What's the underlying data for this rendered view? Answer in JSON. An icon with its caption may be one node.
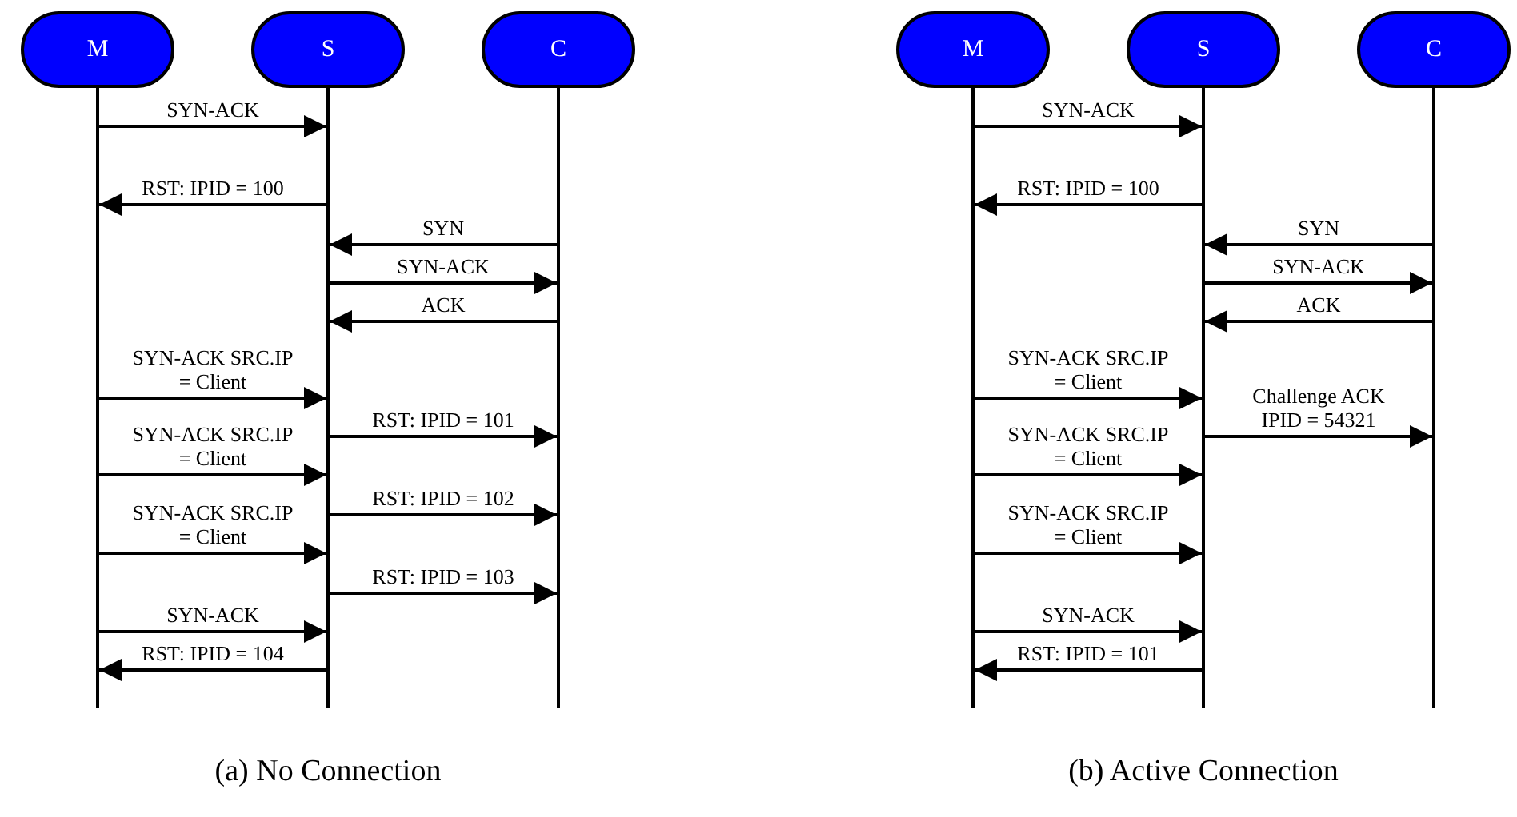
{
  "diagram": {
    "nodes": [
      {
        "text": [
          "M"
        ]
      },
      {
        "text": [
          "S"
        ]
      },
      {
        "text": [
          "C"
        ]
      },
      {
        "text": [
          "M"
        ]
      },
      {
        "text": [
          "S"
        ]
      },
      {
        "text": [
          "C"
        ]
      }
    ],
    "edges": [
      {
        "from": 0,
        "to": 1,
        "arrow": "to",
        "label": "SYN-ACK"
      },
      {
        "from": 1,
        "to": 0,
        "arrow": "to",
        "label": "RST: IPID = 100"
      },
      {
        "from": 2,
        "to": 1,
        "arrow": "to",
        "label": "SYN"
      },
      {
        "from": 1,
        "to": 2,
        "arrow": "to",
        "label": "SYN-ACK"
      },
      {
        "from": 2,
        "to": 1,
        "arrow": "to",
        "label": "ACK"
      },
      {
        "from": 0,
        "to": 1,
        "arrow": "to",
        "label": "SYN-ACK SRC.IP = Client"
      },
      {
        "from": 1,
        "to": 2,
        "arrow": "to",
        "label": "RST: IPID = 101"
      },
      {
        "from": 0,
        "to": 1,
        "arrow": "to",
        "label": "SYN-ACK SRC.IP = Client"
      },
      {
        "from": 1,
        "to": 2,
        "arrow": "to",
        "label": "RST: IPID = 102"
      },
      {
        "from": 0,
        "to": 1,
        "arrow": "to",
        "label": "SYN-ACK SRC.IP = Client"
      },
      {
        "from": 1,
        "to": 2,
        "arrow": "to",
        "label": "RST: IPID = 103"
      },
      {
        "from": 0,
        "to": 1,
        "arrow": "to",
        "label": "SYN-ACK"
      },
      {
        "from": 1,
        "to": 0,
        "arrow": "to",
        "label": "RST: IPID = 104"
      },
      {
        "from": 3,
        "to": 4,
        "arrow": "to",
        "label": "SYN-ACK"
      },
      {
        "from": 4,
        "to": 3,
        "arrow": "to",
        "label": "RST: IPID = 100"
      },
      {
        "from": 5,
        "to": 4,
        "arrow": "to",
        "label": "SYN"
      },
      {
        "from": 4,
        "to": 5,
        "arrow": "to",
        "label": "SYN-ACK"
      },
      {
        "from": 5,
        "to": 4,
        "arrow": "to",
        "label": "ACK"
      },
      {
        "from": 3,
        "to": 4,
        "arrow": "to",
        "label": "SYN-ACK SRC.IP = Client"
      },
      {
        "from": 4,
        "to": 5,
        "arrow": "to",
        "label": "Challenge ACK IPID = 54321"
      },
      {
        "from": 3,
        "to": 4,
        "arrow": "to",
        "label": "SYN-ACK SRC.IP = Client"
      },
      {
        "from": 3,
        "to": 4,
        "arrow": "to",
        "label": "SYN-ACK SRC.IP = Client"
      },
      {
        "from": 3,
        "to": 4,
        "arrow": "to",
        "label": "SYN-ACK"
      },
      {
        "from": 4,
        "to": 3,
        "arrow": "to",
        "label": "RST: IPID = 101"
      }
    ],
    "labels": [
      "(a) No Connection",
      "(b) Active Connection"
    ]
  }
}
